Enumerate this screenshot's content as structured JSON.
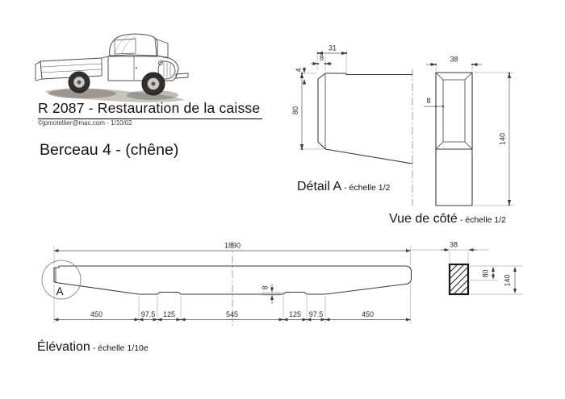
{
  "header": {
    "title": "R 2087 - Restauration de la caisse",
    "credit": "©jpmotellier@mac.com - 1/10/02",
    "part_title": "Berceau 4 - (chêne)"
  },
  "views": {
    "detail_a": {
      "label": "Détail A",
      "scale_note": "- échelle 1/2",
      "dims": {
        "d31": "31",
        "d8": "8",
        "d4": "4",
        "d80": "80"
      }
    },
    "side_view": {
      "label": "Vue de côté",
      "scale_note": "- échelle 1/2",
      "dims": {
        "d38": "38",
        "d8": "8",
        "d140": "140"
      }
    },
    "elevation": {
      "label": "Élévation",
      "scale_note": "- échelle 1/10e",
      "detail_marker": "A",
      "dims": {
        "total": "1890",
        "seg1": "450",
        "seg2": "97.5",
        "seg3": "125",
        "seg4": "545",
        "seg5": "125",
        "seg6": "97.5",
        "seg7": "450",
        "notch": "8"
      }
    },
    "section": {
      "dims": {
        "d38": "38",
        "d80": "80",
        "d140": "140"
      }
    }
  },
  "colors": {
    "line": "#3a3a3a",
    "extension": "#b3b3b3",
    "text": "#2b2b2b"
  }
}
